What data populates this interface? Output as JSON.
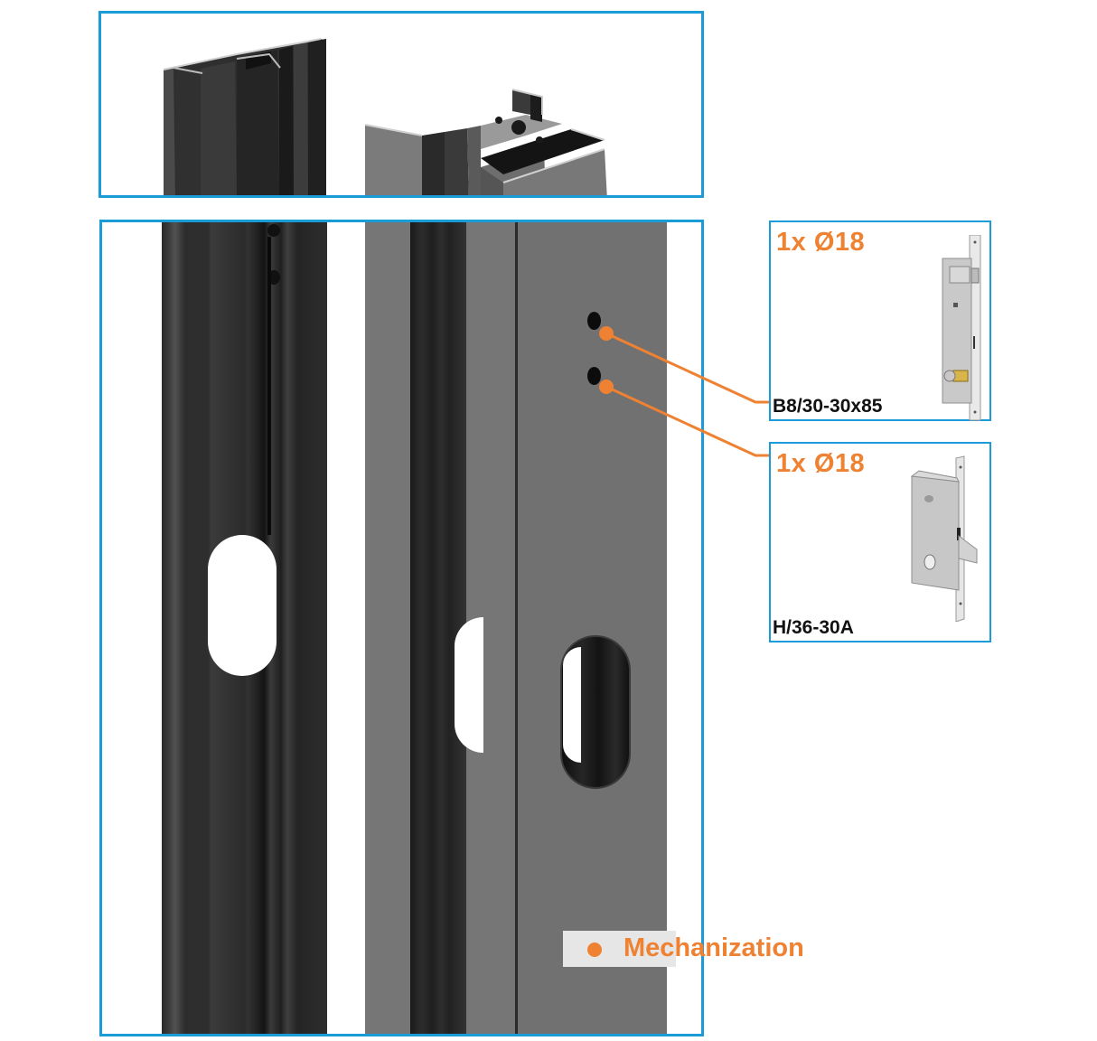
{
  "colors": {
    "frame_border": "#1b9bd7",
    "accent_orange": "#ee8232",
    "dark_profile": "#2e2e2e",
    "grey_profile": "#767676",
    "legend_bg": "#e6e6e6",
    "text_dark": "#111111"
  },
  "top_section": {
    "title": "profile-cross-section-view",
    "profiles": [
      {
        "name": "dark-leaf-profile",
        "color": "black"
      },
      {
        "name": "grey-frame-profile",
        "color": "grey"
      }
    ]
  },
  "main_section": {
    "holes": [
      {
        "id": "hole-1",
        "diameter": "Ø18",
        "linked_lock": 0
      },
      {
        "id": "hole-2",
        "diameter": "Ø18",
        "linked_lock": 1
      }
    ]
  },
  "locks": [
    {
      "quantity": "1x",
      "diameter": "Ø18",
      "qty_label": "1x  Ø18",
      "code": "B8/30-30x85"
    },
    {
      "quantity": "1x",
      "diameter": "Ø18",
      "qty_label": "1x  Ø18",
      "code": "H/36-30A"
    }
  ],
  "legend": {
    "bullet": "●",
    "label": "Mechanization"
  }
}
